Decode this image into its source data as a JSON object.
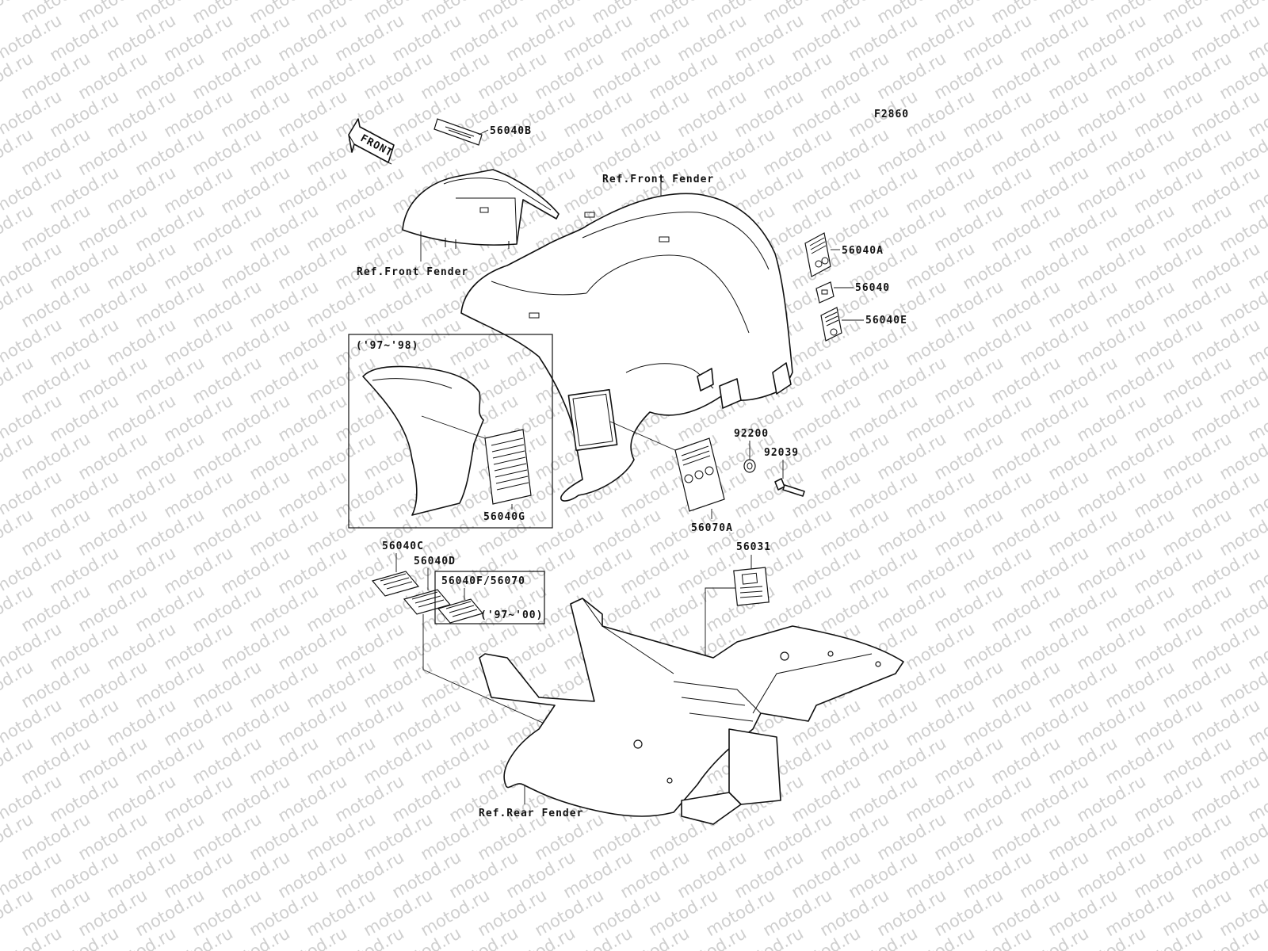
{
  "figure_code": "F2860",
  "front_arrow_label": "FRONT",
  "watermark_text": "motod.ru",
  "refs": {
    "front_fender_top": "Ref.Front Fender",
    "front_fender_left": "Ref.Front Fender",
    "rear_fender": "Ref.Rear Fender"
  },
  "parts": {
    "p56040B": "56040B",
    "p56040A": "56040A",
    "p56040": "56040",
    "p56040E": "56040E",
    "p92200": "92200",
    "p92039": "92039",
    "p56070A": "56070A",
    "p56040G": "56040G",
    "p56031": "56031",
    "p56040C": "56040C",
    "p56040D": "56040D",
    "p56040F_56070": "56040F/56070"
  },
  "years": {
    "inset_97_98": "('97~'98)",
    "range_97_00": "('97~'00)"
  },
  "colors": {
    "line": "#111111",
    "watermark": "#cfcfcf",
    "background": "#ffffff"
  }
}
